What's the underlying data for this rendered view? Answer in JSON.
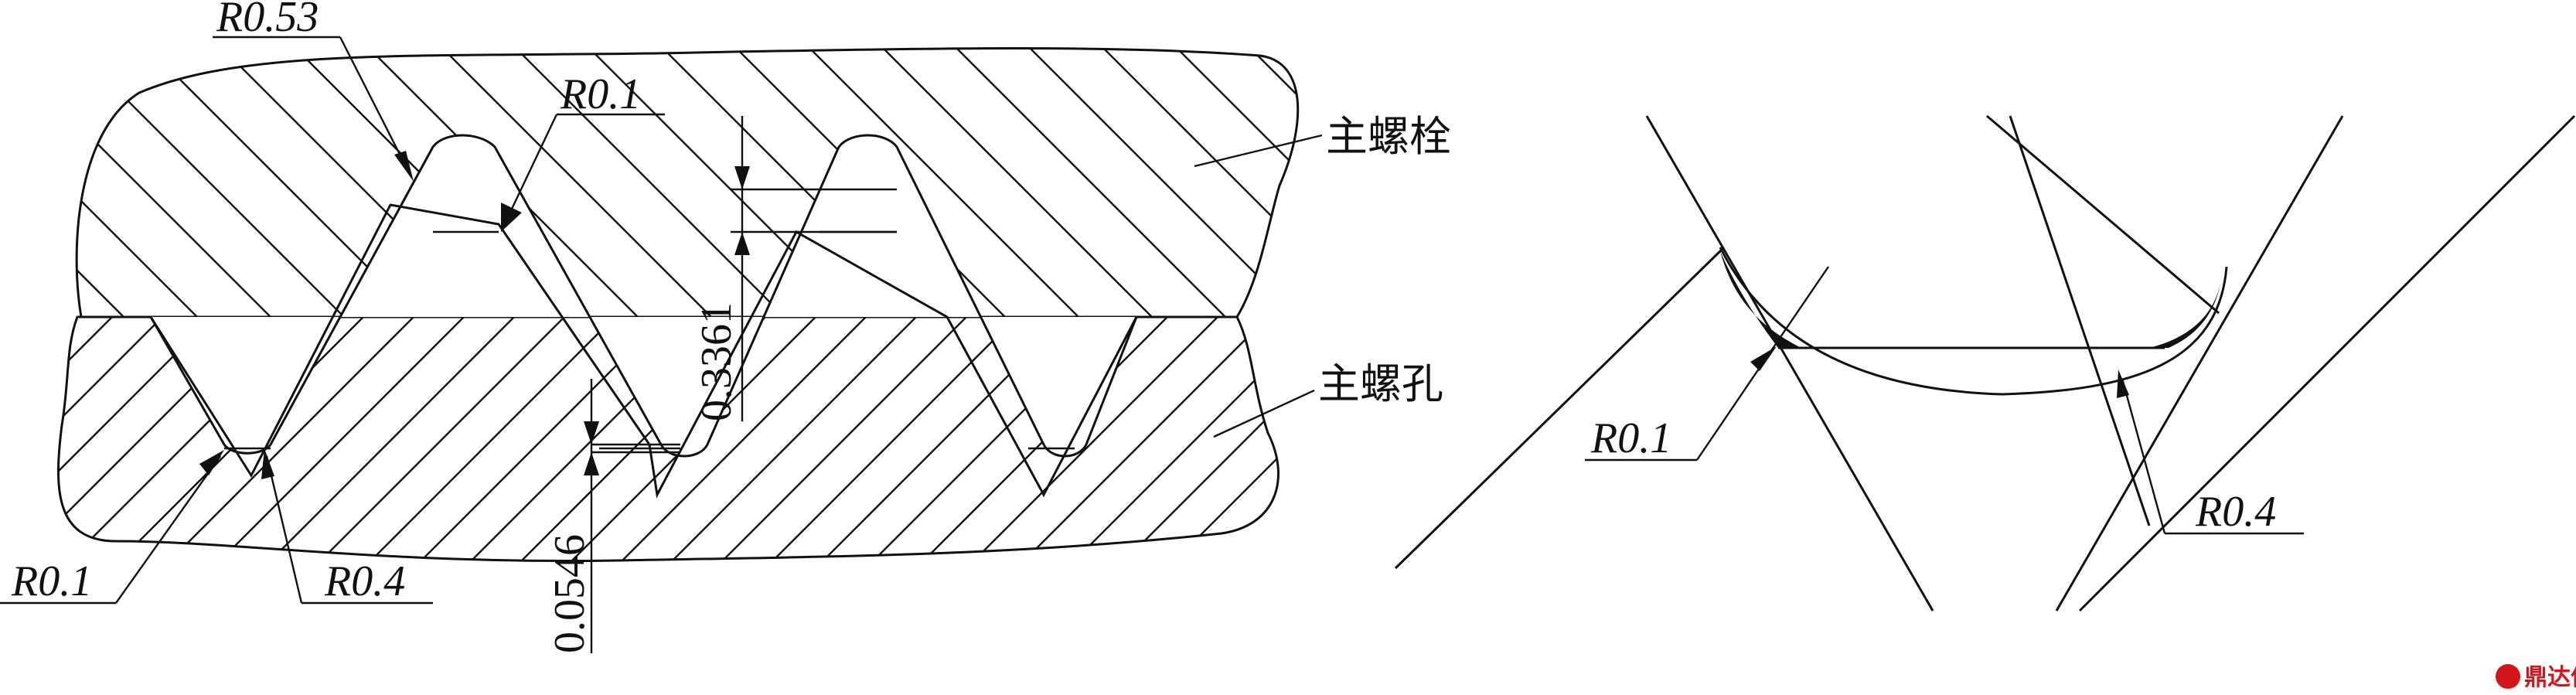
{
  "left_view": {
    "label_main_bolt": "主螺栓",
    "label_main_hole": "主螺孔",
    "label_r053": "R0.53",
    "label_r01_top": "R0.1",
    "label_r01_bottom": "R0.1",
    "label_r04_bottom": "R0.4",
    "dim_3361": "0.3361",
    "dim_0546": "0.0546"
  },
  "right_view": {
    "label_r01": "R0.1",
    "label_r04": "R0.4"
  },
  "watermark": {
    "text": "鼎达信",
    "color": "#d6141c"
  }
}
